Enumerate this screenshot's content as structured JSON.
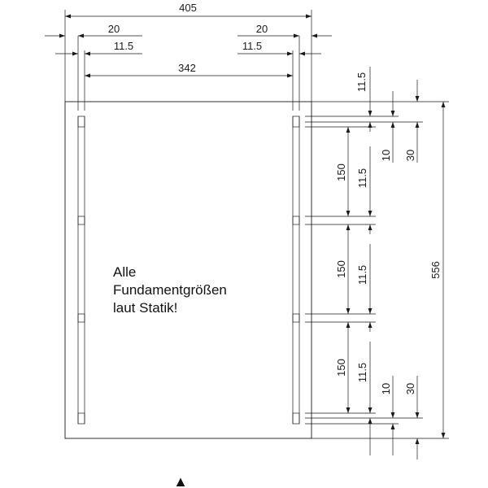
{
  "dimensions": {
    "overall_width": "405",
    "left_offset": "20",
    "right_offset": "20",
    "left_inner": "11.5",
    "right_inner": "11.5",
    "inner_width": "342",
    "top_small": "11.5",
    "top_ten": "10",
    "top_thirty": "30",
    "seg1_150": "150",
    "seg1_115": "11.5",
    "seg2_150": "150",
    "seg2_115": "11.5",
    "seg3_150": "150",
    "seg3_115": "11.5",
    "bottom_ten": "10",
    "bottom_thirty": "30",
    "overall_height": "556"
  },
  "note": {
    "line1": "Alle",
    "line2": "Fundamentgrößen",
    "line3": "laut Statik!"
  },
  "marker": {
    "symbol": "▲"
  }
}
